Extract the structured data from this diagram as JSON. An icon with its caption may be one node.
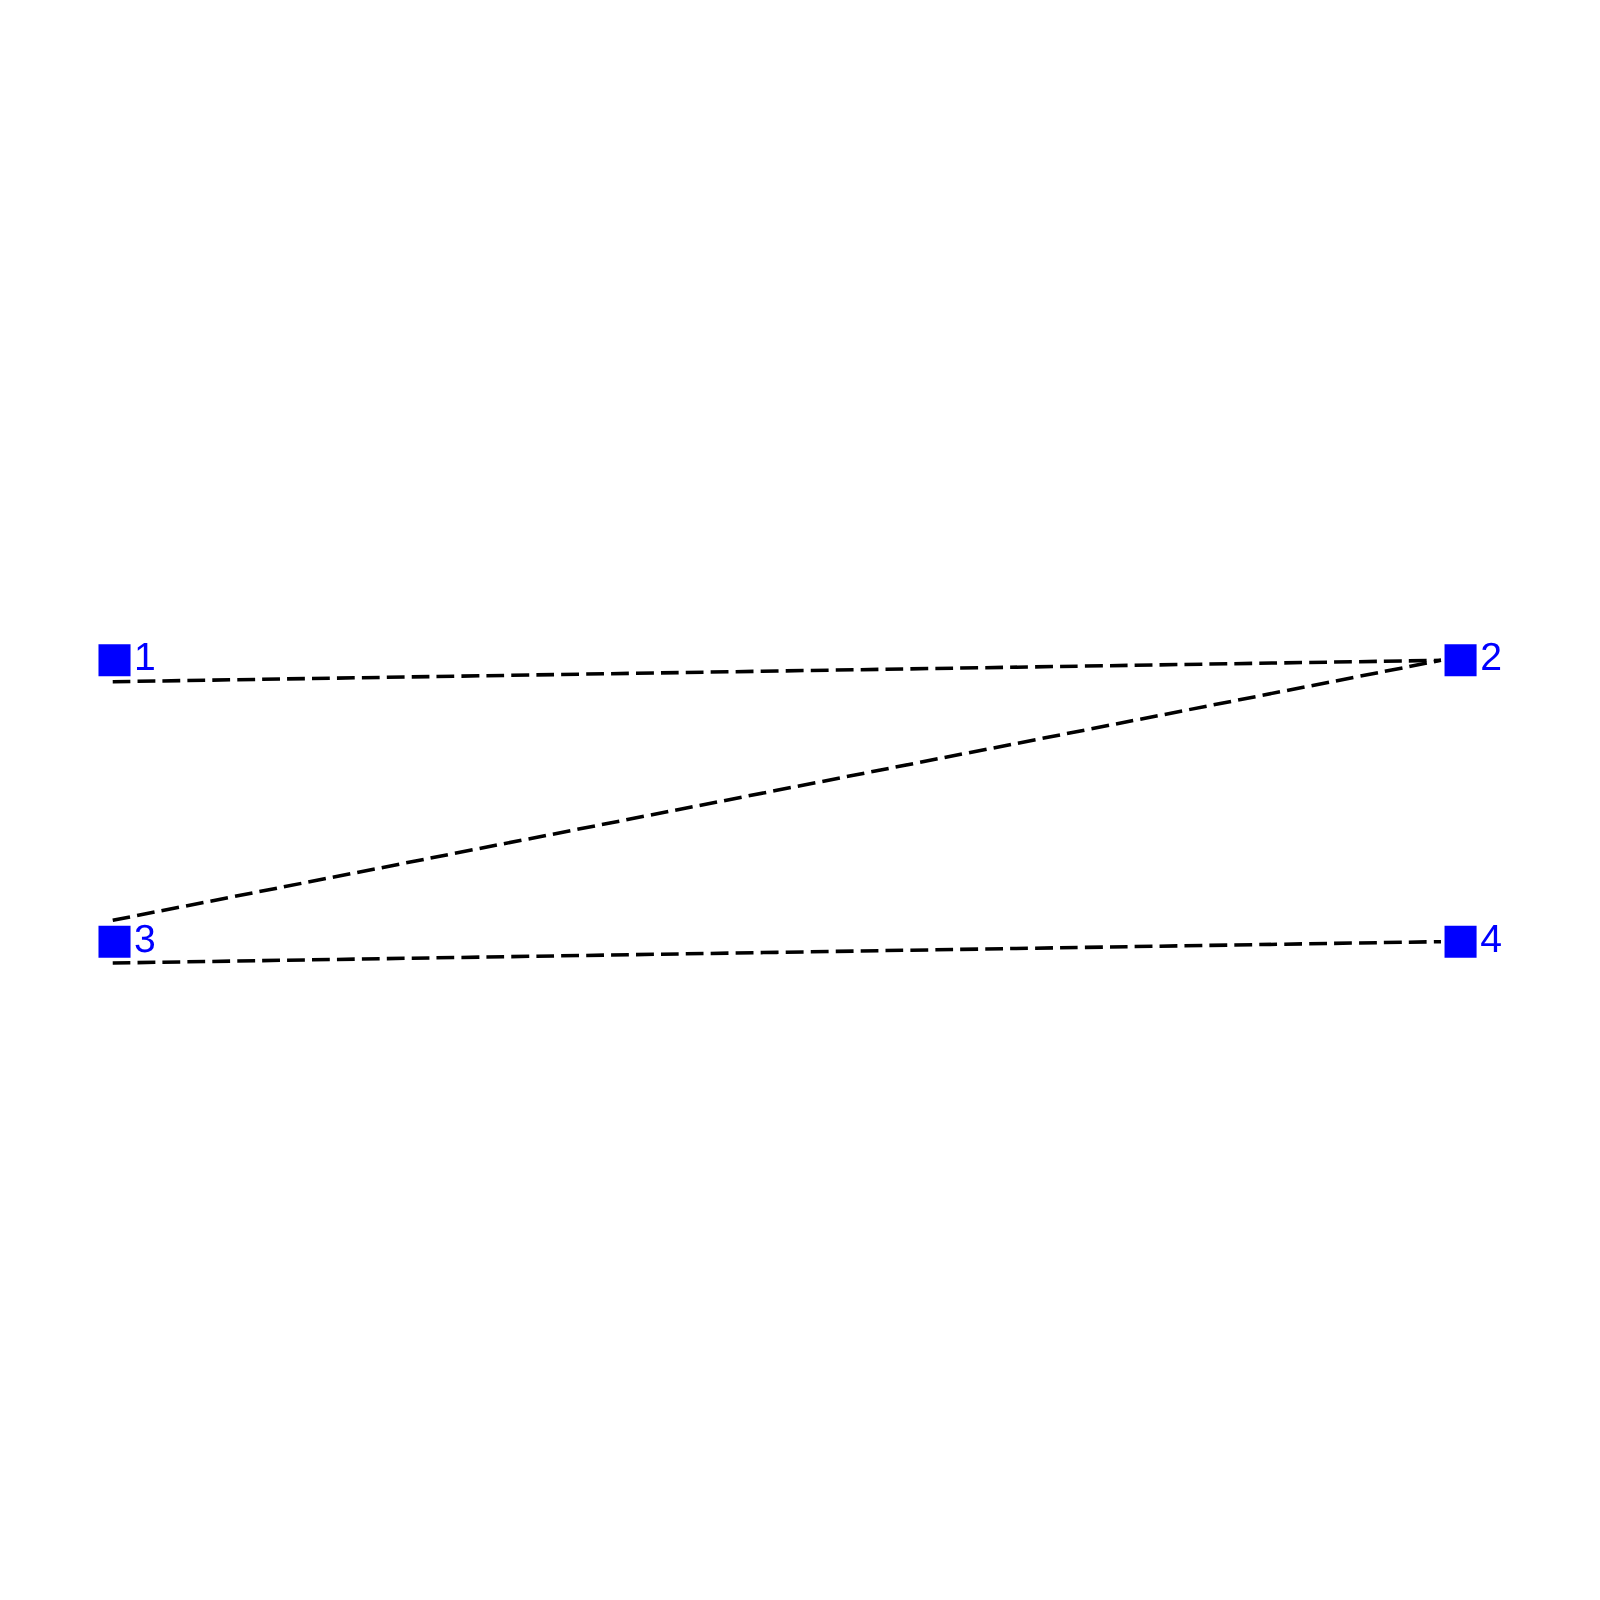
{
  "diagram": {
    "nodes": [
      {
        "text": [],
        "shape": "box",
        "beside": [
          "1"
        ]
      },
      {
        "text": [],
        "shape": "box",
        "beside": [
          "2"
        ]
      },
      {
        "text": [],
        "shape": "box",
        "beside": [
          "3"
        ]
      },
      {
        "text": [],
        "shape": "box",
        "beside": [
          "4"
        ]
      }
    ],
    "edges": [
      {
        "from": 0,
        "to": 1,
        "arrow": "none",
        "style": "dashed"
      },
      {
        "from": 2,
        "to": 3,
        "arrow": "none",
        "style": "dashed"
      },
      {
        "from": 2,
        "to": 1,
        "arrow": "none",
        "style": "dashed"
      }
    ]
  }
}
